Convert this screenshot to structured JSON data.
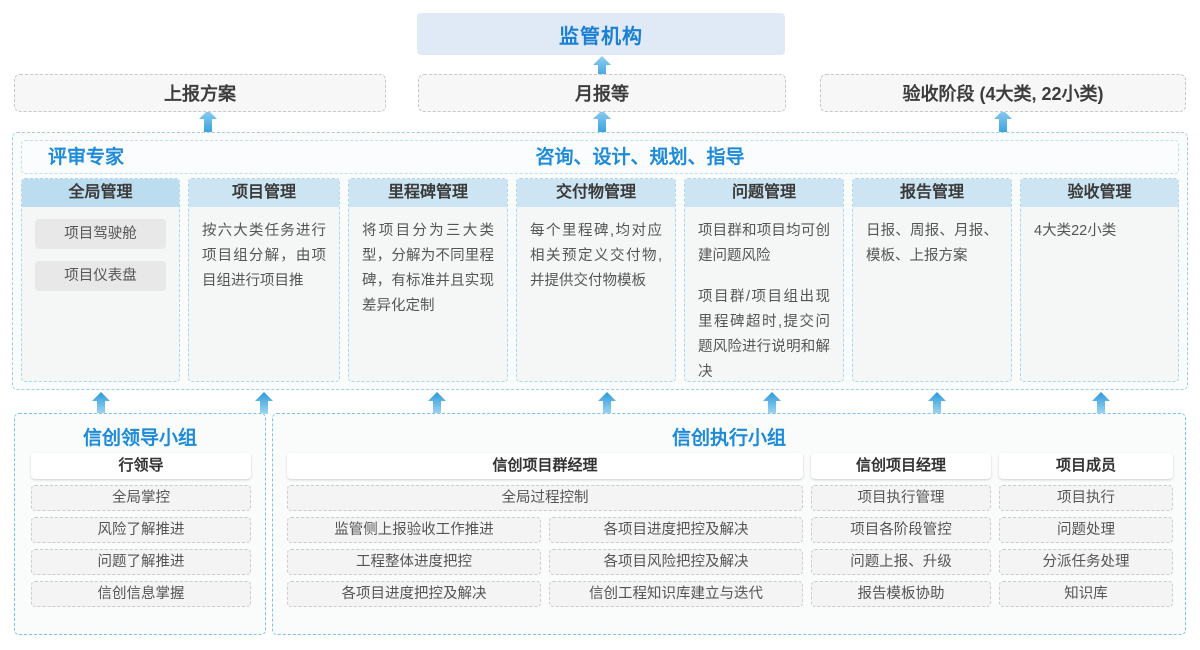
{
  "top": {
    "authority": "监管机构",
    "submissions": [
      "上报方案",
      "月报等",
      "验收阶段 (4大类, 22小类)"
    ]
  },
  "middle": {
    "role_left": "评审专家",
    "role_right": "咨询、设计、规划、指导",
    "columns": [
      {
        "header": "全局管理",
        "pills": [
          "项目驾驶舱",
          "项目仪表盘"
        ],
        "paragraphs": []
      },
      {
        "header": "项目管理",
        "pills": [],
        "paragraphs": [
          "按六大类任务进行项目组分解，由项目组进行项目推"
        ]
      },
      {
        "header": "里程碑管理",
        "pills": [],
        "paragraphs": [
          "将项目分为三大类型，分解为不同里程碑，有标准并且实现差异化定制"
        ]
      },
      {
        "header": "交付物管理",
        "pills": [],
        "paragraphs": [
          "每个里程碑,均对应相关预定义交付物,并提供交付物模板"
        ]
      },
      {
        "header": "问题管理",
        "pills": [],
        "paragraphs": [
          "项目群和项目均可创建问题风险",
          "项目群/项目组出现里程碑超时,提交问题风险进行说明和解决"
        ]
      },
      {
        "header": "报告管理",
        "pills": [],
        "paragraphs": [
          "日报、周报、月报、模板、上报方案"
        ]
      },
      {
        "header": "验收管理",
        "pills": [],
        "paragraphs": [
          "4大类22小类"
        ]
      }
    ]
  },
  "bottom": {
    "left_group": {
      "title": "信创领导小组",
      "head": "行领导",
      "items": [
        "全局掌控",
        "风险了解推进",
        "问题了解推进",
        "信创信息掌握"
      ]
    },
    "right_group": {
      "title": "信创执行小组",
      "program_manager": {
        "head": "信创项目群经理",
        "wide_item": "全局过程控制",
        "col_left": [
          "监管侧上报验收工作推进",
          "工程整体进度把控",
          "各项目进度把控及解决"
        ],
        "col_right": [
          "各项目进度把控及解决",
          "各项目风险把控及解决",
          "信创工程知识库建立与迭代"
        ]
      },
      "project_manager": {
        "head": "信创项目经理",
        "items": [
          "项目执行管理",
          "项目各阶段管控",
          "问题上报、升级",
          "报告模板协助"
        ]
      },
      "members": {
        "head": "项目成员",
        "items": [
          "项目执行",
          "问题处理",
          "分派任务处理",
          "知识库"
        ]
      }
    }
  },
  "arrows": {
    "icon": "arrow-up-icon",
    "color_top": "#8fcdf0",
    "color_bottom": "#2d9ada"
  },
  "colors": {
    "accent": "#1d8bd9",
    "header_bg": "#dfeaf6",
    "column_header_bg": "#cde4f2"
  }
}
